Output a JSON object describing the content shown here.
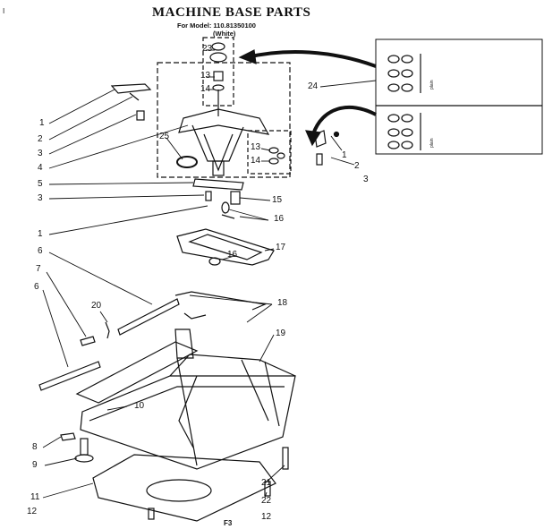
{
  "header": {
    "corner_mark": "I",
    "title": "MACHINE BASE PARTS",
    "model_line": "For Model: 110.81350100",
    "color_line": "(White)"
  },
  "callouts": [
    {
      "id": "c23",
      "label": "23"
    },
    {
      "id": "c13a",
      "label": "13"
    },
    {
      "id": "c14a",
      "label": "14"
    },
    {
      "id": "c24",
      "label": "24"
    },
    {
      "id": "c1a",
      "label": "1"
    },
    {
      "id": "c2a",
      "label": "2"
    },
    {
      "id": "c3a",
      "label": "3"
    },
    {
      "id": "c4",
      "label": "4"
    },
    {
      "id": "c25",
      "label": "25"
    },
    {
      "id": "c13b",
      "label": "13"
    },
    {
      "id": "c14b",
      "label": "14"
    },
    {
      "id": "c1b",
      "label": "1"
    },
    {
      "id": "c2b",
      "label": "2"
    },
    {
      "id": "c3b",
      "label": "3"
    },
    {
      "id": "c5",
      "label": "5"
    },
    {
      "id": "c3c",
      "label": "3"
    },
    {
      "id": "c15",
      "label": "15"
    },
    {
      "id": "c16a",
      "label": "16"
    },
    {
      "id": "c1c",
      "label": "1"
    },
    {
      "id": "c17",
      "label": "17"
    },
    {
      "id": "c16b",
      "label": "16"
    },
    {
      "id": "c6a",
      "label": "6"
    },
    {
      "id": "c7",
      "label": "7"
    },
    {
      "id": "c6b",
      "label": "6"
    },
    {
      "id": "c20",
      "label": "20"
    },
    {
      "id": "c18",
      "label": "18"
    },
    {
      "id": "c19",
      "label": "19"
    },
    {
      "id": "c10",
      "label": "10"
    },
    {
      "id": "c8",
      "label": "8"
    },
    {
      "id": "c9",
      "label": "9"
    },
    {
      "id": "c11",
      "label": "11"
    },
    {
      "id": "c12a",
      "label": "12"
    },
    {
      "id": "c21",
      "label": "21"
    },
    {
      "id": "c22",
      "label": "22"
    },
    {
      "id": "c12b",
      "label": "12"
    }
  ],
  "inset": {
    "upper_label": "plain",
    "lower_label": "plain"
  },
  "footer": {
    "page_code": "F3"
  }
}
